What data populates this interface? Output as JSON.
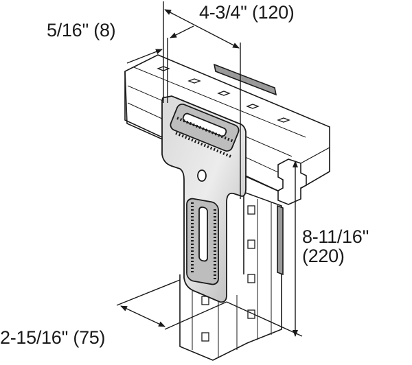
{
  "figure": {
    "subject": "T-shaped channel connector plate joining horizontal and vertical strut channels",
    "colors": {
      "line": "#1a1a1a",
      "plate_fill": "#c8c8c8",
      "plate_highlight": "#e6e6e6",
      "channel_fill": "#ffffff",
      "background": "#ffffff"
    }
  },
  "dimensions": {
    "width": {
      "label": "4-3/4'' (120)",
      "imperial": "4-3/4''",
      "metric_mm": 120
    },
    "thickness": {
      "label": "5/16'' (8)",
      "imperial": "5/16''",
      "metric_mm": 8
    },
    "height": {
      "line1": "8-11/16''",
      "line2": "(220)",
      "imperial": "8-11/16''",
      "metric_mm": 220
    },
    "leg_width": {
      "label": "2-15/16'' (75)",
      "imperial": "2-15/16''",
      "metric_mm": 75
    }
  }
}
